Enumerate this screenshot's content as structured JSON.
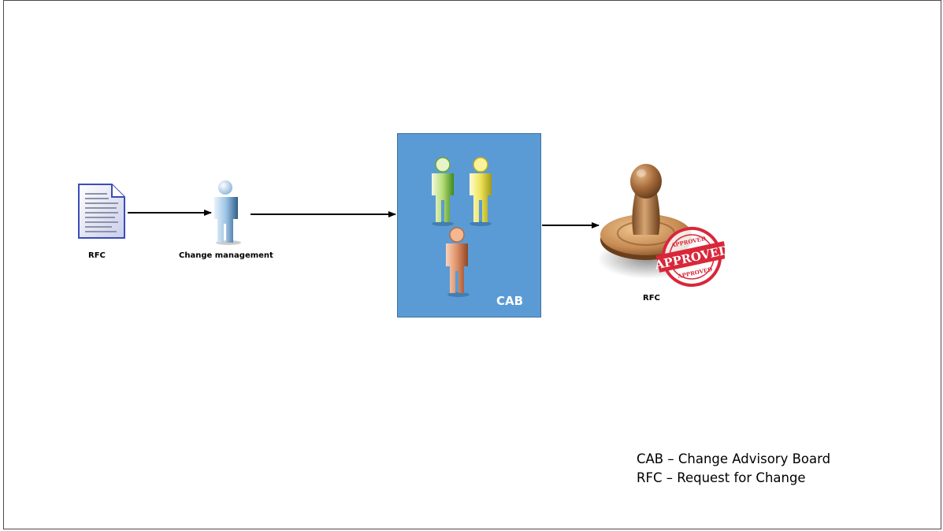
{
  "diagram": {
    "nodes": {
      "rfc_document": {
        "label": "RFC",
        "icon": "document-icon"
      },
      "change_management": {
        "label": "Change management",
        "icon": "person-icon"
      },
      "cab": {
        "label": "CAB",
        "icon": "group-icon",
        "fill": "#5b9bd5"
      },
      "rfc_approved": {
        "label": "RFC",
        "icon": "approved-stamp-icon",
        "stamp_text": "APPROVED"
      }
    },
    "edges": [
      {
        "from": "rfc_document",
        "to": "change_management"
      },
      {
        "from": "change_management",
        "to": "cab"
      },
      {
        "from": "cab",
        "to": "rfc_approved"
      }
    ],
    "legend": [
      "CAB – Change Advisory Board",
      "RFC – Request for Change"
    ]
  }
}
